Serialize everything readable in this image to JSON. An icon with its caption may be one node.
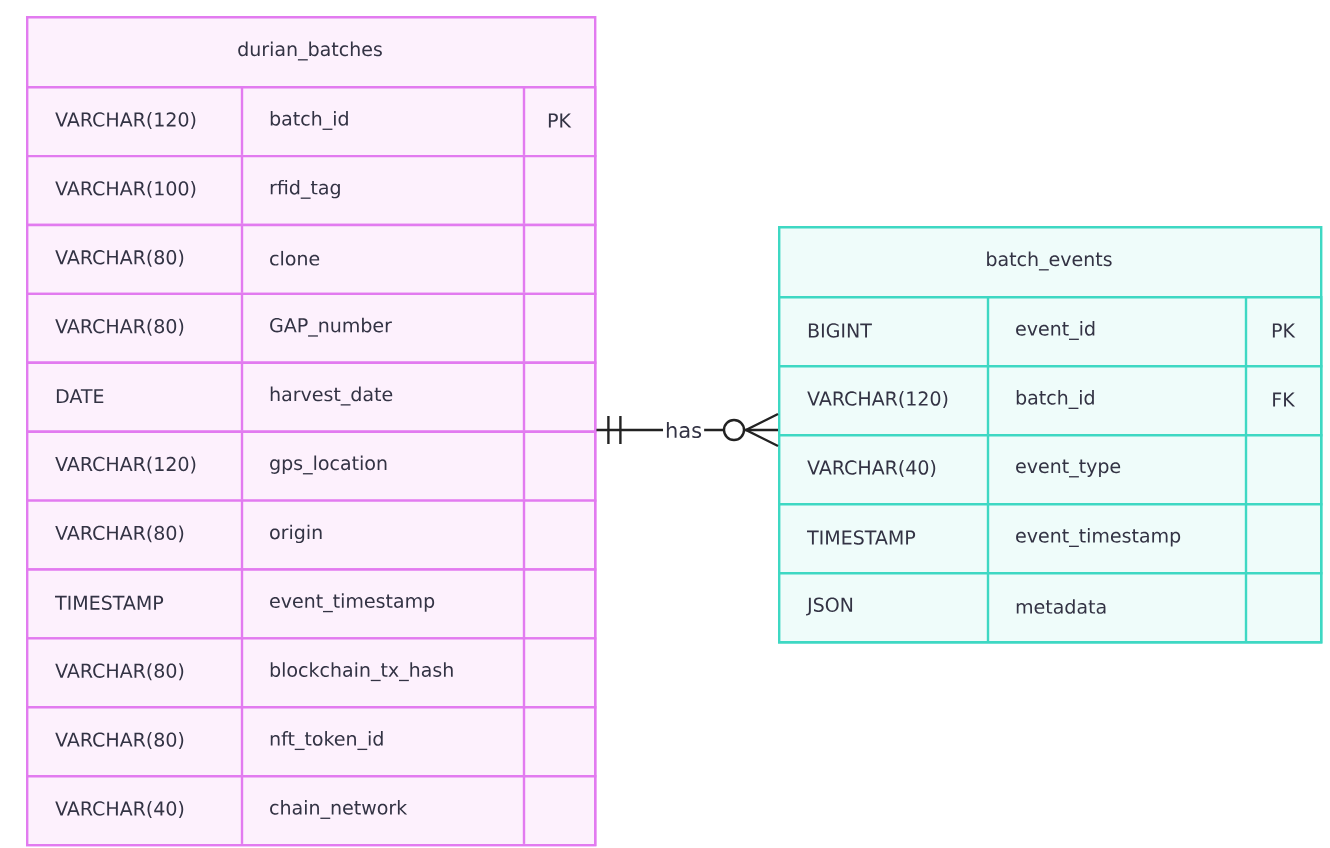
{
  "diagram": {
    "nodes": [
      {
        "text": [
          "durian_batches"
        ]
      },
      {
        "text": [
          "VARCHAR(120)",
          "batch_id",
          "PK"
        ],
        "in": 0
      },
      {
        "text": [
          "VARCHAR(100)",
          "rfid_tag"
        ],
        "in": 0
      },
      {
        "text": [
          "VARCHAR(80)",
          "clone"
        ],
        "in": 0
      },
      {
        "text": [
          "VARCHAR(80)",
          "GAP_number"
        ],
        "in": 0
      },
      {
        "text": [
          "DATE",
          "harvest_date"
        ],
        "in": 0
      },
      {
        "text": [
          "VARCHAR(120)",
          "gps_location"
        ],
        "in": 0
      },
      {
        "text": [
          "VARCHAR(80)",
          "origin"
        ],
        "in": 0
      },
      {
        "text": [
          "TIMESTAMP",
          "event_timestamp"
        ],
        "in": 0
      },
      {
        "text": [
          "VARCHAR(80)",
          "blockchain_tx_hash"
        ],
        "in": 0
      },
      {
        "text": [
          "VARCHAR(80)",
          "nft_token_id"
        ],
        "in": 0
      },
      {
        "text": [
          "VARCHAR(40)",
          "chain_network"
        ],
        "in": 0
      },
      {
        "text": [
          "batch_events"
        ]
      },
      {
        "text": [
          "BIGINT",
          "event_id",
          "PK"
        ],
        "in": 12
      },
      {
        "text": [
          "VARCHAR(120)",
          "batch_id",
          "FK"
        ],
        "in": 12
      },
      {
        "text": [
          "VARCHAR(40)",
          "event_type"
        ],
        "in": 12
      },
      {
        "text": [
          "TIMESTAMP",
          "event_timestamp"
        ],
        "in": 12
      },
      {
        "text": [
          "JSON",
          "metadata"
        ],
        "in": 12
      }
    ],
    "edges": [
      {
        "from": 0,
        "to": 12,
        "arrow": "other",
        "label": "has"
      }
    ]
  }
}
